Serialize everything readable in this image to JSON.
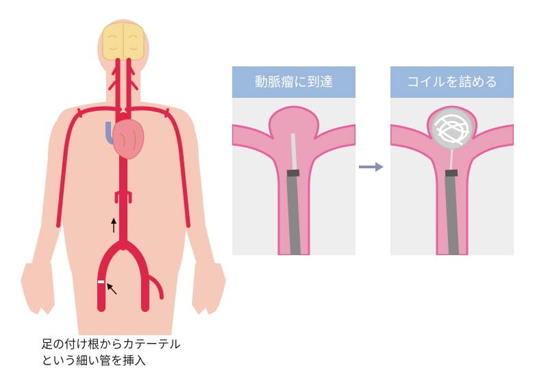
{
  "figure": {
    "caption": {
      "line1": "足の付け根からカテーテル",
      "line2": "という細い管を挿入"
    },
    "body_illustration": {
      "label": "human body with arterial system, brain, heart and catheter insertion at groin",
      "arrows": [
        "up-arrow-abdomen",
        "diagonal-arrow-groin"
      ]
    }
  },
  "panels": [
    {
      "title": "動脈瘤に到達",
      "state": "catheter-reaches-aneurysm"
    },
    {
      "title": "コイルを詰める",
      "state": "coil-packed-in-aneurysm"
    }
  ],
  "step_arrow": {
    "direction": "right"
  },
  "colors": {
    "skin": "#f7c9b8",
    "artery": "#e0254a",
    "panel_header": "#9bb8df",
    "panel_bg": "#eeeeee",
    "vessel_fill": "#eaa0b8",
    "vessel_wall": "#e8609c",
    "catheter": "#888888",
    "catheter_tip": "#555555",
    "arrow": "#8a90b8"
  }
}
